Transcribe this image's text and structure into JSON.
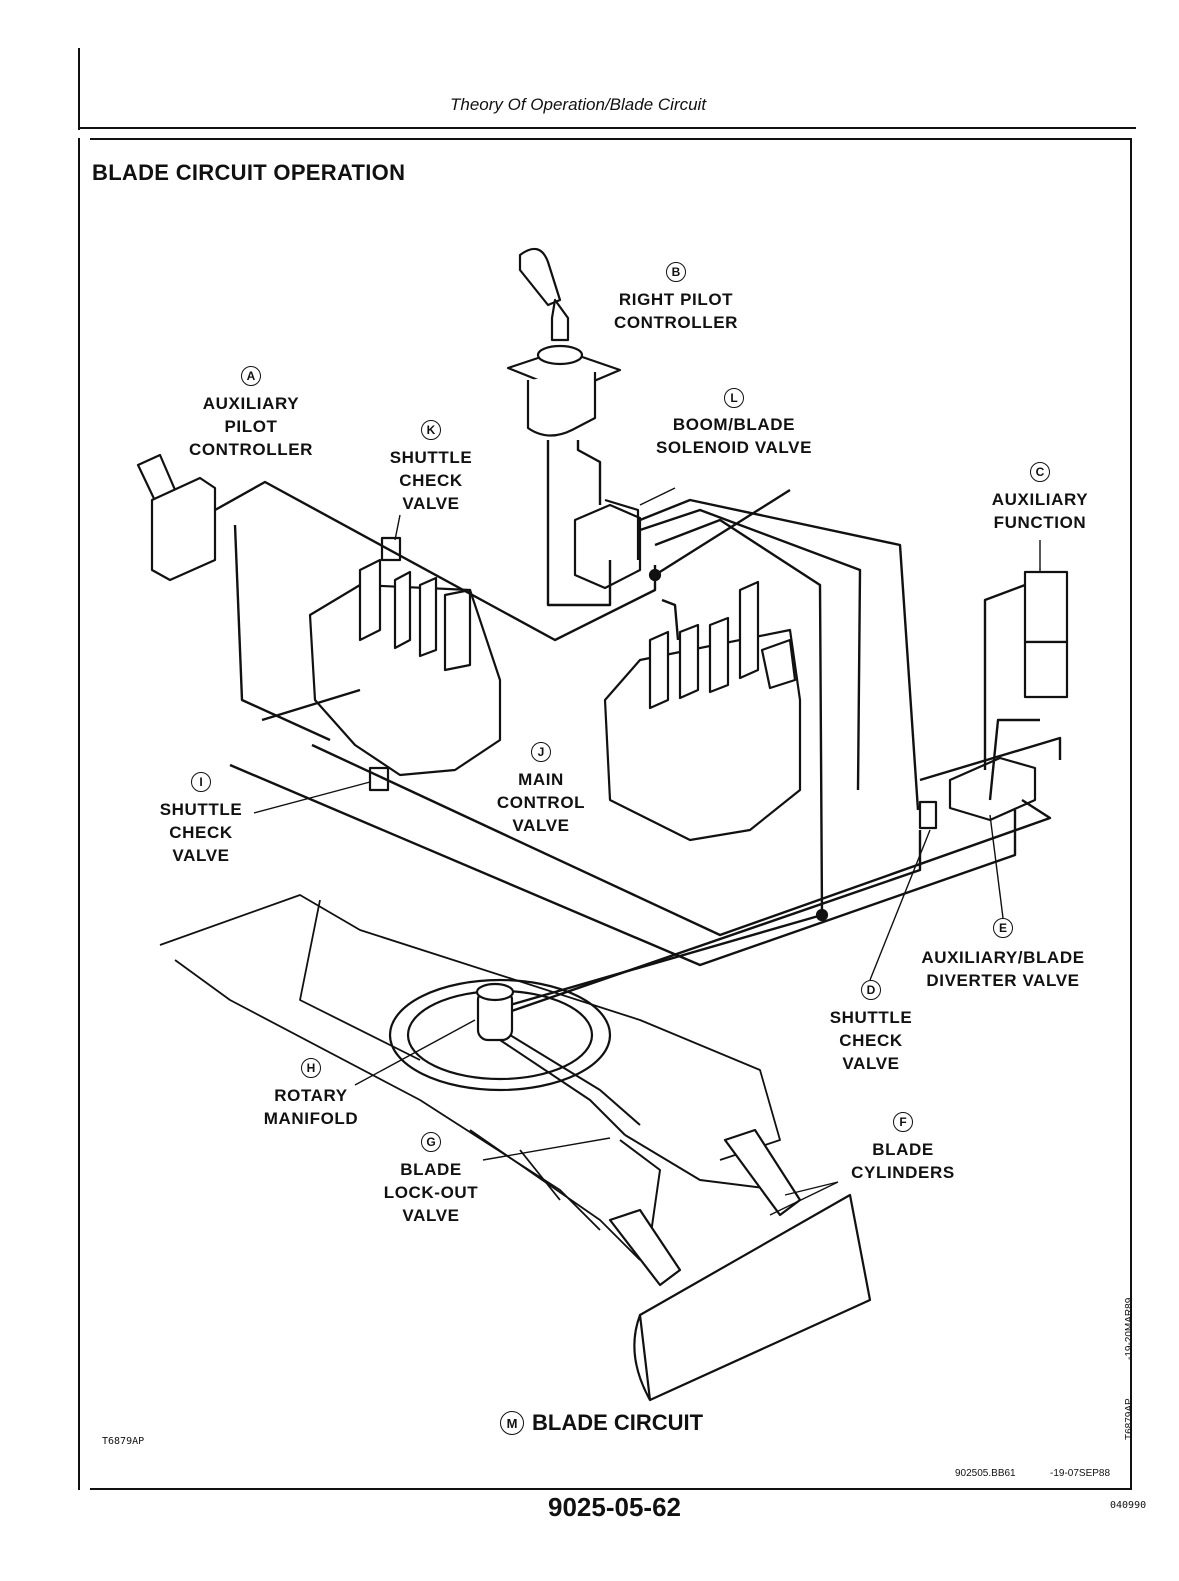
{
  "header": {
    "title": "Theory Of Operation/Blade Circuit"
  },
  "section_title": "BLADE CIRCUIT OPERATION",
  "components": [
    {
      "letter": "A",
      "label": "AUXILIARY\nPILOT\nCONTROLLER"
    },
    {
      "letter": "B",
      "label": "RIGHT PILOT\nCONTROLLER"
    },
    {
      "letter": "C",
      "label": "AUXILIARY\nFUNCTION"
    },
    {
      "letter": "D",
      "label": "SHUTTLE\nCHECK\nVALVE"
    },
    {
      "letter": "E",
      "label": "AUXILIARY/BLADE\nDIVERTER VALVE"
    },
    {
      "letter": "F",
      "label": "BLADE\nCYLINDERS"
    },
    {
      "letter": "G",
      "label": "BLADE\nLOCK-OUT\nVALVE"
    },
    {
      "letter": "H",
      "label": "ROTARY\nMANIFOLD"
    },
    {
      "letter": "I",
      "label": "SHUTTLE\nCHECK\nVALVE"
    },
    {
      "letter": "J",
      "label": "MAIN\nCONTROL\nVALVE"
    },
    {
      "letter": "K",
      "label": "SHUTTLE\nCHECK\nVALVE"
    },
    {
      "letter": "L",
      "label": "BOOM/BLADE\nSOLENOID VALVE"
    }
  ],
  "caption": {
    "letter": "M",
    "text": "BLADE CIRCUIT"
  },
  "figure_code": "T6879AP",
  "side_codes": {
    "figure": "T6879AP",
    "date": "-19-20MAR89"
  },
  "footer": {
    "doc_code": "902505.BB61",
    "date": "-19-07SEP88",
    "page_number": "9025-05-62",
    "corner_code": "040990"
  }
}
